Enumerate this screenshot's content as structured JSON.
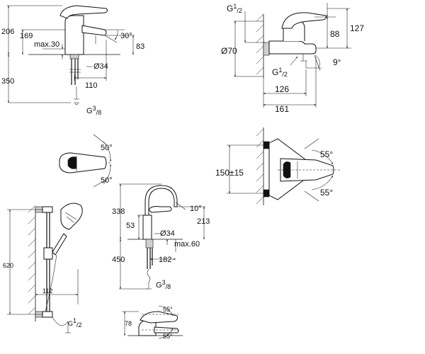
{
  "views": {
    "basin_mixer": {
      "dims": {
        "overall_height": "206",
        "spout_height": "169",
        "max_thickness": "max.30",
        "spout_angle": "30°",
        "spout_outlet": "83",
        "body_diameter": "Ø34",
        "below_counter": "350",
        "spout_reach": "110",
        "thread_main": "G",
        "thread_sup": "3",
        "thread_sub": "/8"
      }
    },
    "bath_mixer_side": {
      "dims": {
        "thread_main": "G",
        "thread_sup": "1",
        "thread_sub": "/2",
        "rosette_diameter": "Ø70",
        "handle_height": "88",
        "overall_height": "127",
        "thread2_main": "G",
        "thread2_sup": "1",
        "thread2_sub": "/2",
        "spout_angle": "9°",
        "spout_depth": "126",
        "overall_depth": "161"
      }
    },
    "lever_top": {
      "dims": {
        "angle_up": "50°",
        "angle_down": "50°"
      }
    },
    "bath_mixer_front": {
      "dims": {
        "centres": "150±15",
        "angle_up": "55°",
        "angle_down": "55°"
      }
    },
    "tall_basin_mixer": {
      "dims": {
        "spout_height": "338",
        "angle": "10°",
        "spout_reach": "213",
        "body_height": "53",
        "body_diameter": "Ø34",
        "max_thickness": "max.60",
        "below_counter": "450",
        "spout_offset": "182",
        "thread_main": "G",
        "thread_sup": "3",
        "thread_sub": "/8"
      }
    },
    "shower_rail": {
      "dims": {
        "rail_height": "620",
        "projection": "112",
        "thread_main": "G",
        "thread_sup": "1",
        "thread_sub": "/2"
      }
    },
    "lever_side": {
      "dims": {
        "height": "78",
        "angle_up": "55°",
        "angle_down": "55°"
      }
    }
  }
}
